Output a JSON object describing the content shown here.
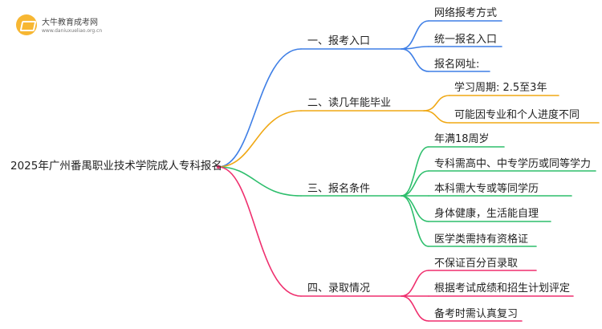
{
  "logo": {
    "name": "大牛教育成考网",
    "url": "www.daniuxueliao.org.cn"
  },
  "root": "2025年广州番禺职业技术学院成人专科报名",
  "branches": [
    {
      "label": "一、报考入口",
      "color": "#3f7fe6",
      "children": [
        "网络报考方式",
        "统一报名入口",
        "报名网址:"
      ]
    },
    {
      "label": "二、读几年能毕业",
      "color": "#f0a814",
      "children": [
        "学习周期: 2.5至3年",
        "可能因专业和个人进度不同"
      ]
    },
    {
      "label": "三、报名条件",
      "color": "#2dbe6c",
      "children": [
        "年满18周岁",
        "专科需高中、中专学历或同等学力",
        "本科需大专或等同学历",
        "身体健康，生活能自理",
        "医学类需持有资格证"
      ]
    },
    {
      "label": "四、录取情况",
      "color": "#ef2f6e",
      "children": [
        "不保证百分百录取",
        "根据考试成绩和招生计划评定",
        "备考时需认真复习"
      ]
    }
  ]
}
